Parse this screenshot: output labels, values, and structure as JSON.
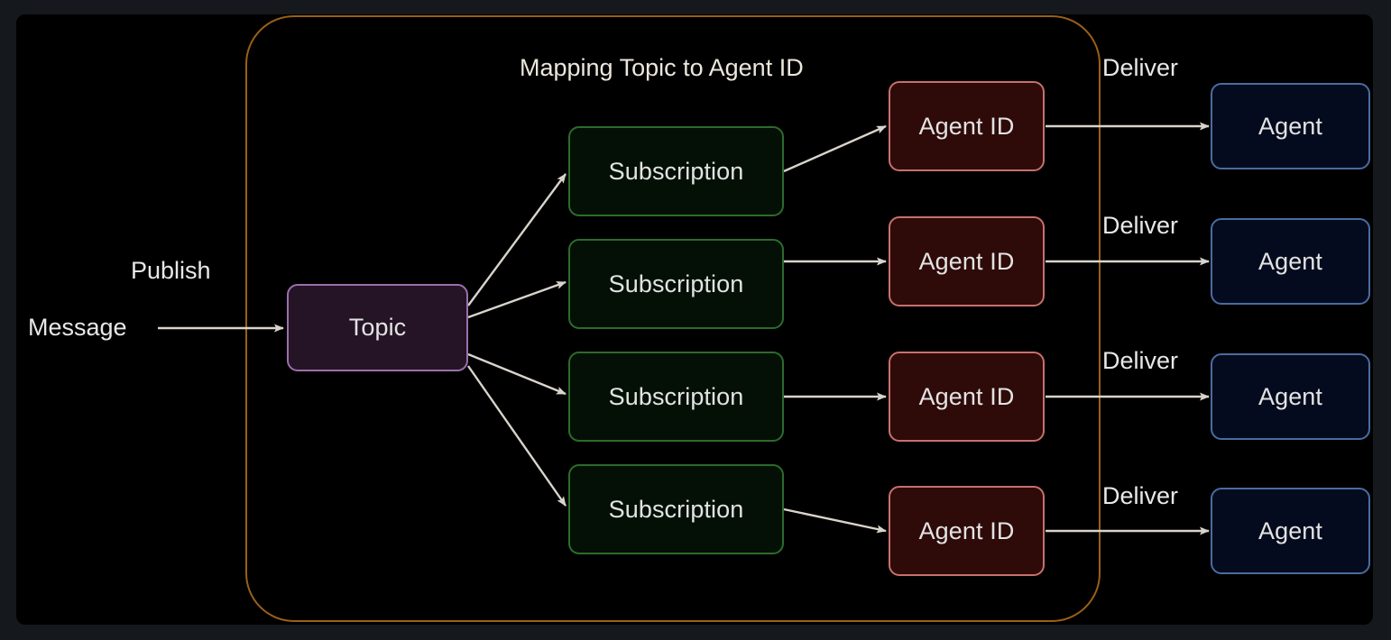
{
  "diagram": {
    "title": "Mapping Topic to Agent ID",
    "background_color": "#000000",
    "page_color": "#15181c",
    "group_border_color": "#9a6017",
    "edge_color": "#d9d4cb"
  },
  "labels": {
    "message": "Message",
    "publish": "Publish",
    "title": "Mapping Topic to Agent ID",
    "deliver": "Deliver"
  },
  "nodes": {
    "topic": {
      "label": "Topic",
      "fill": "#251426",
      "stroke": "#9b6fad"
    },
    "subscriptions": [
      {
        "label": "Subscription",
        "fill": "#041005",
        "stroke": "#2d6b2c"
      },
      {
        "label": "Subscription",
        "fill": "#041005",
        "stroke": "#2d6b2c"
      },
      {
        "label": "Subscription",
        "fill": "#041005",
        "stroke": "#2d6b2c"
      },
      {
        "label": "Subscription",
        "fill": "#041005",
        "stroke": "#2d6b2c"
      }
    ],
    "agent_ids": [
      {
        "label": "Agent ID",
        "fill": "#2e0a09",
        "stroke": "#c8706c"
      },
      {
        "label": "Agent ID",
        "fill": "#2e0a09",
        "stroke": "#c8706c"
      },
      {
        "label": "Agent ID",
        "fill": "#2e0a09",
        "stroke": "#c8706c"
      },
      {
        "label": "Agent ID",
        "fill": "#2e0a09",
        "stroke": "#c8706c"
      }
    ],
    "agents": [
      {
        "label": "Agent",
        "fill": "#050b1e",
        "stroke": "#4a6c9f"
      },
      {
        "label": "Agent",
        "fill": "#050b1e",
        "stroke": "#4a6c9f"
      },
      {
        "label": "Agent",
        "fill": "#050b1e",
        "stroke": "#4a6c9f"
      },
      {
        "label": "Agent",
        "fill": "#050b1e",
        "stroke": "#4a6c9f"
      }
    ]
  },
  "deliver_labels": [
    "Deliver",
    "Deliver",
    "Deliver",
    "Deliver"
  ],
  "edges": [
    {
      "from": "message",
      "to": "topic",
      "label": "Publish"
    },
    {
      "from": "topic",
      "to": "subscription-1",
      "label": ""
    },
    {
      "from": "topic",
      "to": "subscription-2",
      "label": ""
    },
    {
      "from": "topic",
      "to": "subscription-3",
      "label": ""
    },
    {
      "from": "topic",
      "to": "subscription-4",
      "label": ""
    },
    {
      "from": "subscription-1",
      "to": "agent-id-1",
      "label": ""
    },
    {
      "from": "subscription-2",
      "to": "agent-id-2",
      "label": ""
    },
    {
      "from": "subscription-3",
      "to": "agent-id-3",
      "label": ""
    },
    {
      "from": "subscription-4",
      "to": "agent-id-4",
      "label": ""
    },
    {
      "from": "agent-id-1",
      "to": "agent-1",
      "label": "Deliver"
    },
    {
      "from": "agent-id-2",
      "to": "agent-2",
      "label": "Deliver"
    },
    {
      "from": "agent-id-3",
      "to": "agent-3",
      "label": "Deliver"
    },
    {
      "from": "agent-id-4",
      "to": "agent-4",
      "label": "Deliver"
    }
  ]
}
